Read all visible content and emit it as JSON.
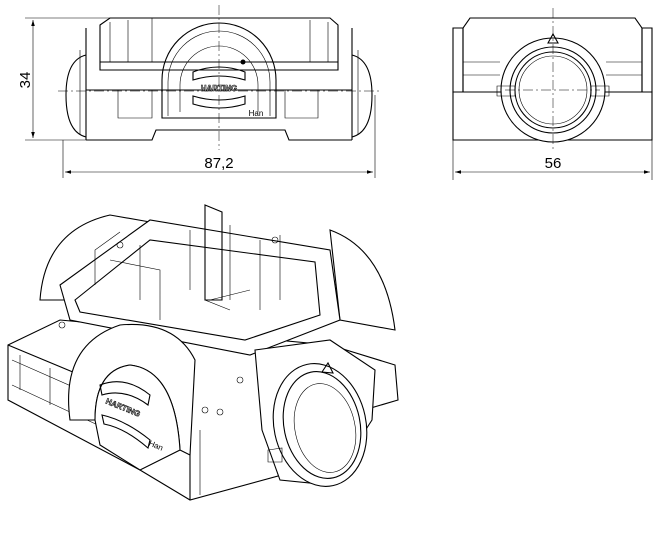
{
  "drawing": {
    "front_view": {
      "height_dimension": "34",
      "width_dimension": "87,2",
      "logo_text": "HARTING",
      "series_text": "Han"
    },
    "side_view": {
      "width_dimension": "56"
    },
    "iso_view": {
      "logo_text": "HARTING",
      "series_text": "Han"
    }
  }
}
